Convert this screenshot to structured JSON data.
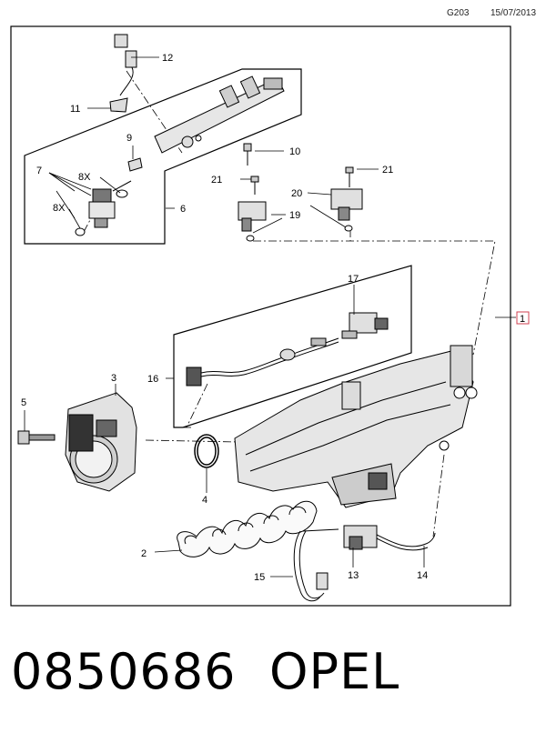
{
  "header": {
    "page_code": "G203",
    "date": "15/07/2013"
  },
  "callouts": {
    "c1": "1",
    "c2": "2",
    "c3": "3",
    "c4": "4",
    "c5": "5",
    "c6": "6",
    "c7": "7",
    "c8x_a": "8X",
    "c8x_b": "8X",
    "c9": "9",
    "c10": "10",
    "c11": "11",
    "c12": "12",
    "c13": "13",
    "c14": "14",
    "c15": "15",
    "c16": "16",
    "c17": "17",
    "c19": "19",
    "c20": "20",
    "c21a": "21",
    "c21b": "21"
  },
  "footer": {
    "part_number": "0850686",
    "brand": "OPEL"
  },
  "colors": {
    "line": "#000000",
    "ref_box": "#d04050",
    "part_fill": "#e6e6e6",
    "part_dark": "#555555"
  }
}
